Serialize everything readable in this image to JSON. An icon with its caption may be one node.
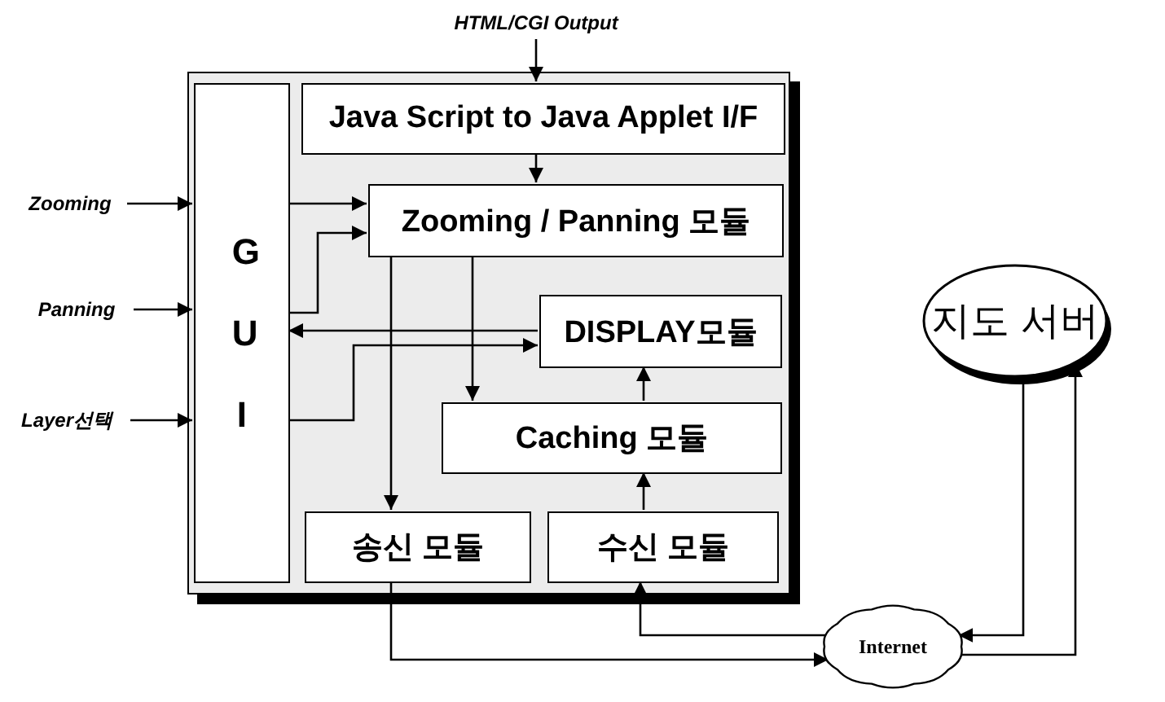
{
  "diagram": {
    "nodes": [
      {
        "text": [],
        "shape": "box"
      },
      {
        "text": [
          "G U I"
        ],
        "in": 0
      },
      {
        "text": [
          "Java Script to Java Applet I/F"
        ],
        "in": 0
      },
      {
        "text": [
          "Zooming / Panning 모듈"
        ],
        "in": 0
      },
      {
        "text": [
          "DISPLAY모듈"
        ],
        "in": 0
      },
      {
        "text": [
          "Caching 모듈"
        ],
        "in": 0
      },
      {
        "text": [
          "송신 모듈"
        ],
        "in": 0
      },
      {
        "text": [
          "수신 모듈"
        ],
        "in": 0
      },
      {
        "text": [
          "지도 서버"
        ]
      },
      {
        "text": [
          "Internet"
        ]
      },
      {
        "text": [
          "HTML/CGI Output"
        ]
      },
      {
        "text": [
          "Zooming"
        ]
      },
      {
        "text": [
          "Panning"
        ]
      },
      {
        "text": [
          "Layer선택"
        ]
      }
    ],
    "edges": [
      {
        "from": 10,
        "to": 2,
        "arrow": "to"
      },
      {
        "from": 11,
        "to": 1,
        "arrow": "to"
      },
      {
        "from": 12,
        "to": 1,
        "arrow": "to"
      },
      {
        "from": 13,
        "to": 1,
        "arrow": "to"
      },
      {
        "from": 2,
        "to": 3,
        "arrow": "to"
      },
      {
        "from": 1,
        "to": 3,
        "arrow": "to"
      },
      {
        "from": 1,
        "to": 3,
        "arrow": "to"
      },
      {
        "from": 4,
        "to": 1,
        "arrow": "to"
      },
      {
        "from": 1,
        "to": 4,
        "arrow": "to"
      },
      {
        "from": 3,
        "to": 6,
        "arrow": "to"
      },
      {
        "from": 3,
        "to": 5,
        "arrow": "to"
      },
      {
        "from": 5,
        "to": 4,
        "arrow": "to"
      },
      {
        "from": 7,
        "to": 5,
        "arrow": "to"
      },
      {
        "from": 6,
        "to": 9,
        "arrow": "to"
      },
      {
        "from": 9,
        "to": 7,
        "arrow": "to"
      },
      {
        "from": 8,
        "to": 9,
        "arrow": "to"
      },
      {
        "from": 9,
        "to": 8,
        "arrow": "to"
      }
    ]
  }
}
